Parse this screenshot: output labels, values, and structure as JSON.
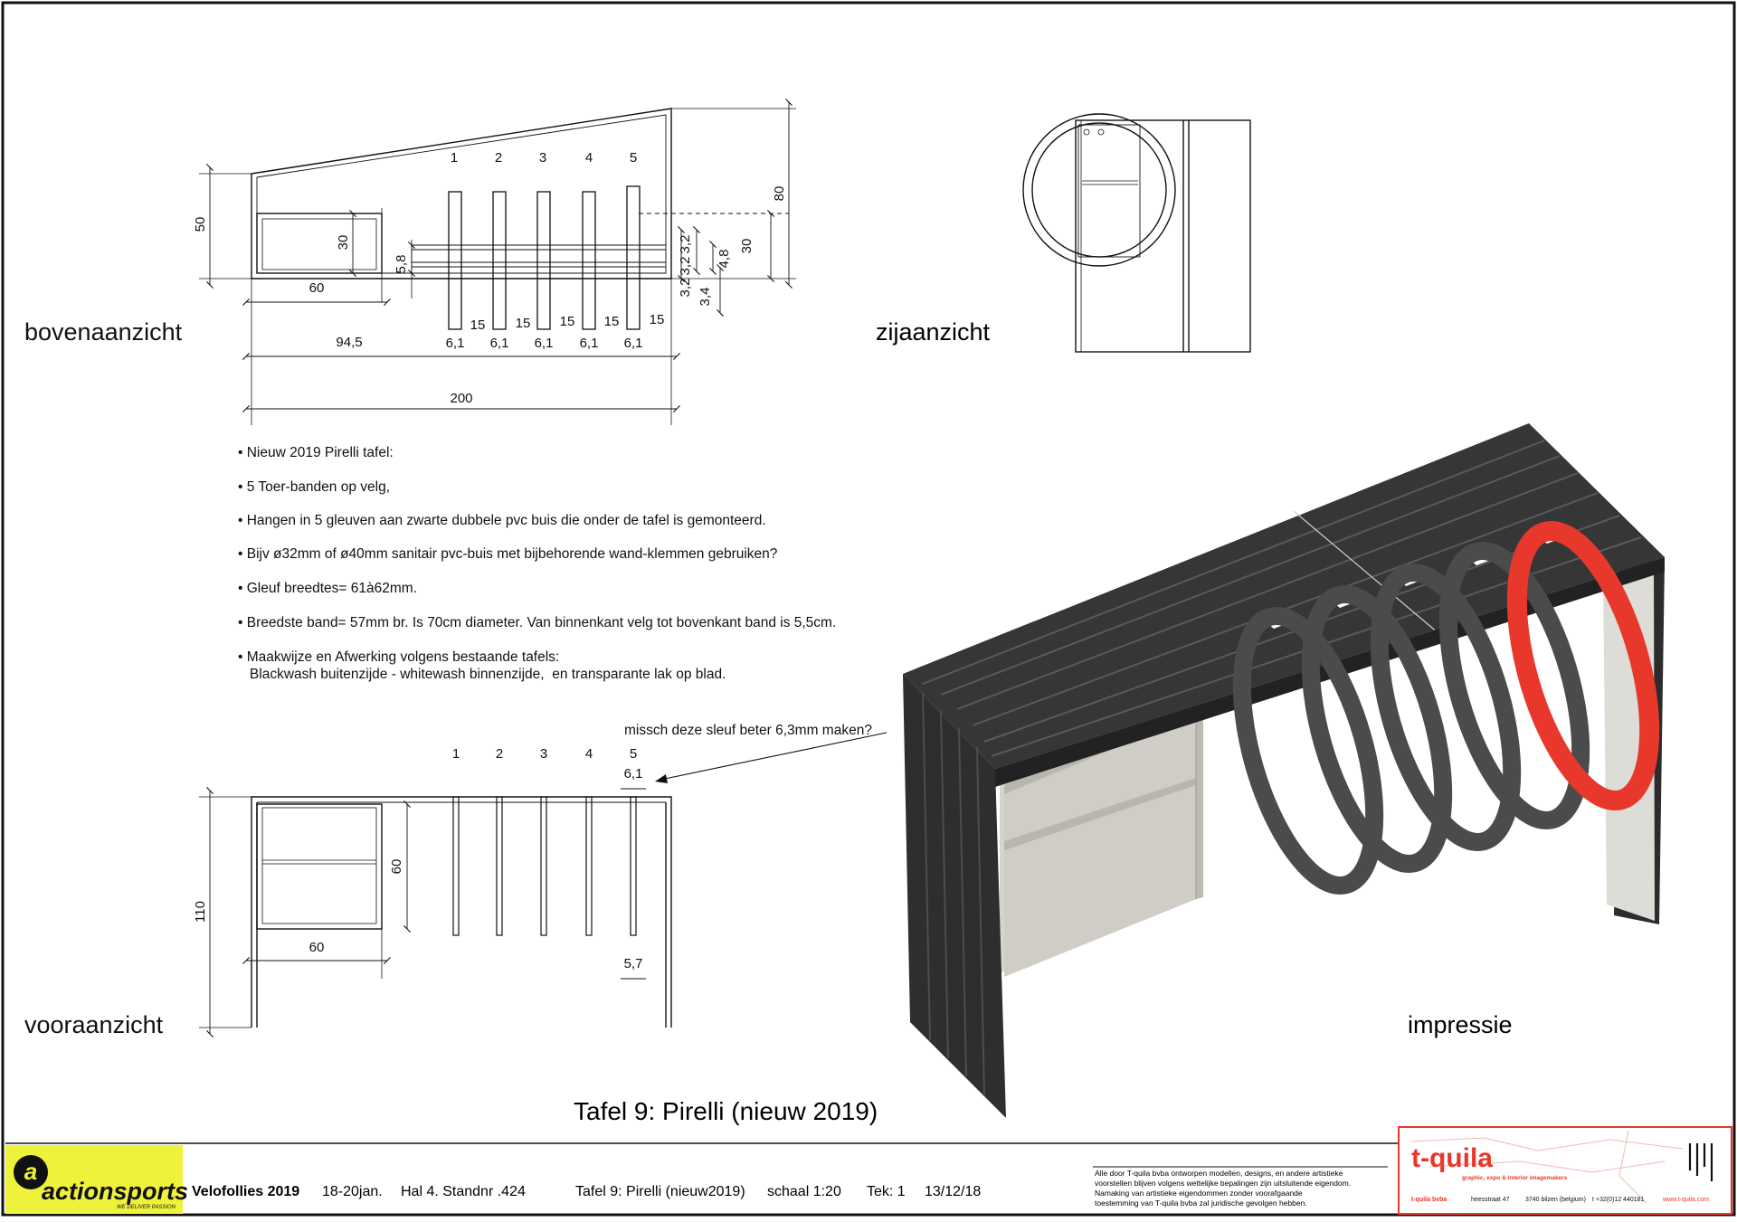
{
  "views": {
    "top": "bovenaanzicht",
    "side": "zijaanzicht",
    "front": "vooraanzicht",
    "impression": "impressie"
  },
  "top_view": {
    "slot_numbers": [
      "1",
      "2",
      "3",
      "4",
      "5"
    ],
    "dims": {
      "d50": "50",
      "d30a": "30",
      "d5_8": "5,8",
      "d60": "60",
      "d94_5": "94,5",
      "d200": "200",
      "d80": "80",
      "d30b": "30",
      "d3_2a": "3,2",
      "d3_2b": "3,2",
      "d3_2c": "3,2",
      "d4_8": "4,8",
      "d3_4": "3,4",
      "slot_width": "6,1",
      "gap": "15"
    }
  },
  "front_view": {
    "slot_numbers": [
      "1",
      "2",
      "3",
      "4",
      "5"
    ],
    "dims": {
      "d110": "110",
      "d60a": "60",
      "d60b": "60",
      "d6_1": "6,1",
      "d5_7": "5,7"
    },
    "annotation": "missch deze sleuf beter 6,3mm maken?"
  },
  "notes": [
    "• Nieuw 2019 Pirelli tafel:",
    "• 5 Toer-banden op velg,",
    "• Hangen in 5 gleuven aan zwarte dubbele pvc buis die onder de tafel is gemonteerd.",
    "• Bijv ø32mm of ø40mm sanitair pvc-buis met bijbehorende wand-klemmen gebruiken?",
    "• Gleuf breedtes= 61à62mm.",
    "• Breedste band= 57mm br. Is 70cm diameter. Van binnenkant velg tot bovenkant band is 5,5cm.",
    "• Maakwijze en Afwerking volgens bestaande tafels:",
    "   Blackwash buitenzijde - whitewash binnenzijde,  en transparante lak op blad."
  ],
  "drawing_title": "Tafel 9: Pirelli (nieuw 2019)",
  "title_block": {
    "logo": {
      "mark": "a",
      "name": "actionsports",
      "tagline": "WE DELIVER PASSION"
    },
    "event": "Velofollies 2019",
    "dates": "18-20jan.",
    "stand": "Hal 4. Standnr .424",
    "table": "Tafel 9: Pirelli (nieuw2019)",
    "scale": "schaal 1:20",
    "drawing_no": "Tek: 1",
    "date": "13/12/18",
    "copyright": [
      "Alle door T-quila bvba ontworpen modellen, designs, en andere artistieke",
      "voorstellen blijven volgens wettelijke bepalingen zijn uitsluitende eigendom.",
      "Namaking van artistieke eigendommen zonder voorafgaande",
      "toestemming van T-quila bvba zal juridische gevolgen hebben."
    ],
    "company": {
      "name": "t-quila",
      "tagline": "graphic, expo & interior imagemakers",
      "legal": "t-quila bvba",
      "street": "heesstraat 47",
      "city": "3740 bilzen (belgium)",
      "phone": "t +32(0)12 440181",
      "web": "www.t-quila.com"
    }
  },
  "colors": {
    "accent_red": "#e8382c",
    "logo_yellow": "#eef23a",
    "dark_wood": "#333333",
    "light_wood": "#dedcd6"
  }
}
